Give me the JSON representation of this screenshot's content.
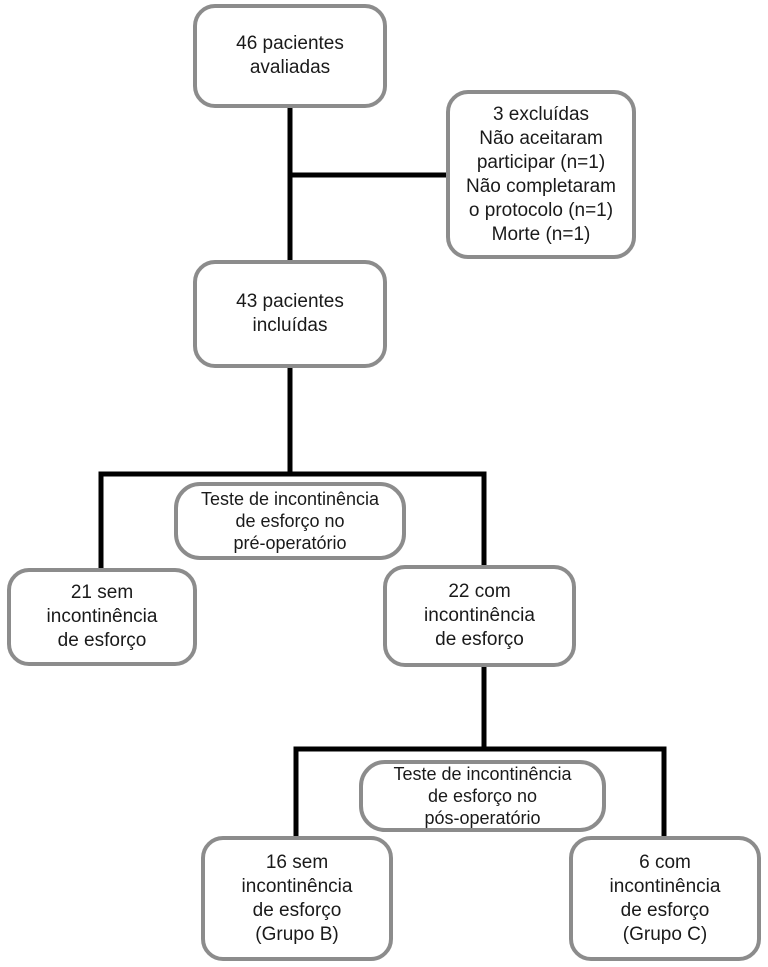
{
  "flowchart": {
    "evaluated": [
      "46 pacientes",
      "avaliadas"
    ],
    "excluded": [
      "3 excluídas",
      "Não aceitaram",
      "participar (n=1)",
      "Não completaram",
      "o protocolo (n=1)",
      "Morte (n=1)"
    ],
    "included": [
      "43 pacientes",
      "incluídas"
    ],
    "preop_test": [
      "Teste de incontinência",
      "de esforço no",
      "pré-operatório"
    ],
    "without_incontinence": [
      "21 sem",
      "incontinência",
      "de esforço"
    ],
    "with_incontinence": [
      "22 com",
      "incontinência",
      "de esforço"
    ],
    "postop_test": [
      "Teste de incontinência",
      "de esforço no",
      "pós-operatório"
    ],
    "group_b": [
      "16 sem",
      "incontinência",
      "de esforço",
      "(Grupo B)"
    ],
    "group_c": [
      "6 com",
      "incontinência",
      "de esforço",
      "(Grupo C)"
    ]
  },
  "colors": {
    "box_border": "#8c8c8c",
    "connector": "#000000"
  }
}
